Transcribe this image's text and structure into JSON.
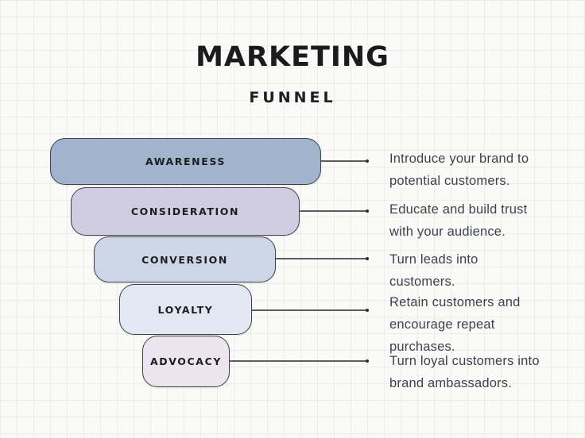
{
  "title": {
    "main": "MARKETING",
    "sub": "FUNNEL"
  },
  "colors": {
    "background": "#fafaf8",
    "grid_line": "#ececea",
    "box_border": "#3f4246",
    "arrow": "#5a5d61",
    "label_text": "#1d1e20",
    "description_text": "#3e434c",
    "title_text": "#1a1b1d"
  },
  "stages": [
    {
      "label": "AWARENESS",
      "fill": "#a0b5cd",
      "description_lines": [
        "Introduce your brand to",
        "potential customers."
      ]
    },
    {
      "label": "CONSIDERATION",
      "fill": "#d0cce1",
      "description_lines": [
        "Educate and build trust",
        "with your audience."
      ]
    },
    {
      "label": "CONVERSION",
      "fill": "#cdd6e6",
      "description_lines": [
        "Turn leads into",
        "customers."
      ]
    },
    {
      "label": "LOYALTY",
      "fill": "#e3e7f1",
      "description_lines": [
        "Retain customers and",
        "encourage repeat",
        "purchases."
      ]
    },
    {
      "label": "ADVOCACY",
      "fill": "#ece4ef",
      "description_lines": [
        "Turn loyal customers into",
        "brand ambassadors."
      ]
    }
  ]
}
